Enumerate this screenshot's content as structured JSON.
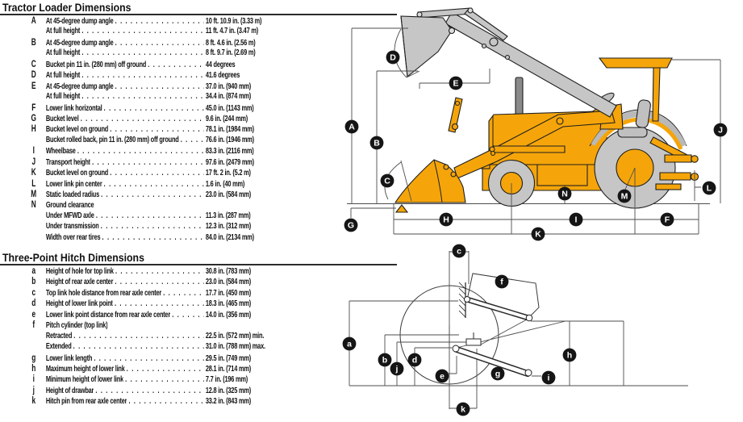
{
  "colors": {
    "body_yellow": "#F5A50A",
    "machine_gray": "#C6C6C6",
    "text_black": "#111111",
    "callout_badge": "#151515",
    "callout_letter": "#ffffff"
  },
  "sections": [
    {
      "title": "Tractor Loader Dimensions",
      "rows": [
        {
          "letter": "A",
          "label": "At 45-degree dump angle",
          "value": "10 ft. 10.9 in. (3.33 m)"
        },
        {
          "letter": "",
          "label": "At full height",
          "value": "11 ft. 4.7 in. (3.47 m)"
        },
        {
          "letter": "B",
          "label": "At 45-degree dump angle",
          "value": "8 ft. 4.6 in. (2.56 m)"
        },
        {
          "letter": "",
          "label": "At full height",
          "value": "8 ft. 9.7 in. (2.69 m)"
        },
        {
          "letter": "C",
          "label": "Bucket pin 11 in. (280 mm) off ground",
          "value": "44 degrees"
        },
        {
          "letter": "D",
          "label": "At full height",
          "value": "41.6 degrees"
        },
        {
          "letter": "E",
          "label": "At 45-degree dump angle",
          "value": "37.0 in. (940 mm)"
        },
        {
          "letter": "",
          "label": "At full height",
          "value": "34.4 in. (874 mm)"
        },
        {
          "letter": "F",
          "label": "Lower link horizontal",
          "value": "45.0 in. (1143 mm)"
        },
        {
          "letter": "G",
          "label": "Bucket level",
          "value": "9.6 in. (244 mm)"
        },
        {
          "letter": "H",
          "label": "Bucket level on ground",
          "value": "78.1 in. (1984 mm)"
        },
        {
          "letter": "",
          "label": "Bucket rolled back, pin 11 in. (280 mm) off ground",
          "value": "76.6 in. (1946 mm)"
        },
        {
          "letter": "I",
          "label": "Wheelbase",
          "value": "83.3 in. (2116 mm)"
        },
        {
          "letter": "J",
          "label": "Transport height",
          "value": "97.6 in. (2479 mm)"
        },
        {
          "letter": "K",
          "label": "Bucket level on ground",
          "value": "17 ft. 2 in. (5.2 m)"
        },
        {
          "letter": "L",
          "label": "Lower link pin center",
          "value": "1.6 in. (40 mm)"
        },
        {
          "letter": "M",
          "label": "Static loaded radius",
          "value": "23.0 in. (584 mm)"
        },
        {
          "letter": "N",
          "label": "Ground clearance",
          "value": ""
        },
        {
          "letter": "",
          "label": "Under MFWD axle",
          "value": "11.3 in. (287 mm)"
        },
        {
          "letter": "",
          "label": "Under transmission",
          "value": "12.3 in. (312 mm)"
        },
        {
          "letter": "",
          "label": "Width over rear tires",
          "value": "84.0 in. (2134 mm)"
        }
      ]
    },
    {
      "title": "Three-Point Hitch Dimensions",
      "rows": [
        {
          "letter": "a",
          "label": "Height of hole for top link",
          "value": "30.8 in. (783 mm)"
        },
        {
          "letter": "b",
          "label": "Height of rear axle center",
          "value": "23.0 in. (584 mm)"
        },
        {
          "letter": "c",
          "label": "Top link hole distance from rear axle center",
          "value": "17.7 in. (450 mm)"
        },
        {
          "letter": "d",
          "label": "Height of lower link point",
          "value": "18.3 in. (465 mm)"
        },
        {
          "letter": "e",
          "label": "Lower link point distance from rear axle center",
          "value": "14.0 in. (356 mm)"
        },
        {
          "letter": "f",
          "label": "Pitch cylinder (top link)",
          "value": ""
        },
        {
          "letter": "",
          "label": "Retracted",
          "value": "22.5 in. (572 mm) min."
        },
        {
          "letter": "",
          "label": "Extended",
          "value": "31.0 in. (788 mm) max."
        },
        {
          "letter": "g",
          "label": "Lower link length",
          "value": "29.5 in. (749 mm)"
        },
        {
          "letter": "h",
          "label": "Maximum height of lower link",
          "value": "28.1 in. (714 mm)"
        },
        {
          "letter": "i",
          "label": "Minimum height of lower link",
          "value": "7.7 in. (196 mm)"
        },
        {
          "letter": "j",
          "label": "Height of drawbar",
          "value": "12.8 in. (325 mm)"
        },
        {
          "letter": "k",
          "label": "Hitch pin from rear axle center",
          "value": "33.2 in. (843 mm)"
        }
      ]
    }
  ],
  "diagrams": {
    "loader": {
      "labels": [
        {
          "letter": "A"
        },
        {
          "letter": "B"
        },
        {
          "letter": "C"
        },
        {
          "letter": "D"
        },
        {
          "letter": "E"
        },
        {
          "letter": "F"
        },
        {
          "letter": "G"
        },
        {
          "letter": "H"
        },
        {
          "letter": "I"
        },
        {
          "letter": "J"
        },
        {
          "letter": "K"
        },
        {
          "letter": "L"
        },
        {
          "letter": "M"
        },
        {
          "letter": "N"
        }
      ]
    },
    "hitch": {
      "labels": [
        {
          "letter": "a"
        },
        {
          "letter": "b"
        },
        {
          "letter": "c"
        },
        {
          "letter": "d"
        },
        {
          "letter": "e"
        },
        {
          "letter": "f"
        },
        {
          "letter": "g"
        },
        {
          "letter": "h"
        },
        {
          "letter": "i"
        },
        {
          "letter": "j"
        },
        {
          "letter": "k"
        }
      ]
    }
  }
}
